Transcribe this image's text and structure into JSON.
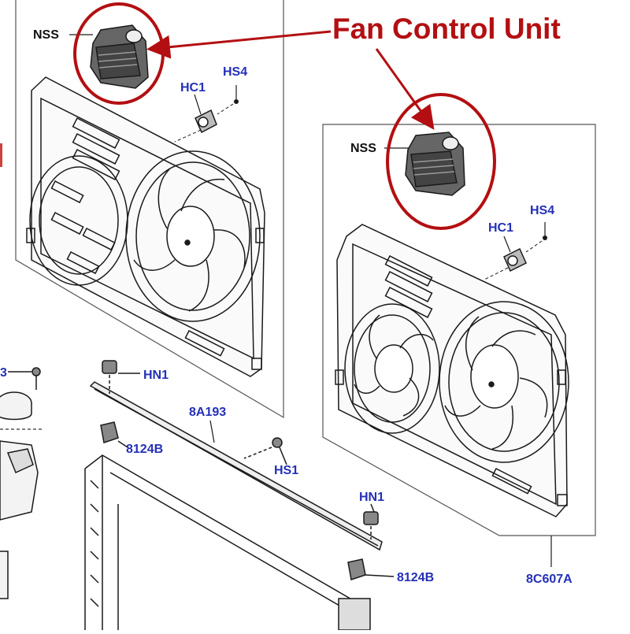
{
  "callout": {
    "title": "Fan Control Unit",
    "color": "#b30f12"
  },
  "left_assembly": {
    "nss": "NSS",
    "hc1": "HC1",
    "hs4": "HS4"
  },
  "right_assembly": {
    "nss": "NSS",
    "hc1": "HC1",
    "hs4": "HS4",
    "part_number": "8C607A"
  },
  "lower_parts": {
    "hn1_top": "HN1",
    "bracket": "8A193",
    "clip_left": "8124B",
    "hs1": "HS1",
    "hn1_bottom": "HN1",
    "clip_right": "8124B",
    "partial_label": "3"
  },
  "colors": {
    "label_blue": "#2430b8",
    "line": "#1a1a1a",
    "highlight": "#b30f12"
  }
}
